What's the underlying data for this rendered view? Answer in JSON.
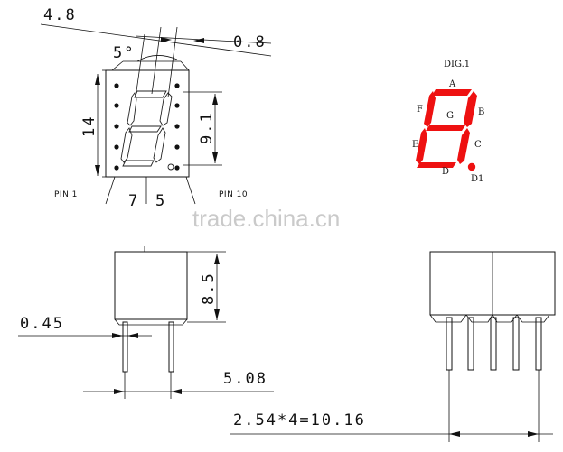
{
  "top_view": {
    "dim_width": "4.8",
    "dim_angle": "5°",
    "dim_segment": "0.8",
    "dim_height": "14",
    "dim_digit_height": "9.1",
    "dim_pin_spacing_a": "7",
    "dim_pin_spacing_b": "5",
    "pin1_label": "PIN 1",
    "pin10_label": "PIN 10"
  },
  "digit_diagram": {
    "title": "DIG.1",
    "segments": [
      "A",
      "B",
      "C",
      "D",
      "E",
      "F",
      "G"
    ],
    "dp_label": "D1",
    "segment_color": "#ee1111"
  },
  "watermark": "trade.china.cn",
  "side_view": {
    "dim_body_height": "8.5",
    "dim_pin_width": "0.45",
    "dim_pin_row": "5.08"
  },
  "front_view": {
    "dim_pin_pitch": "2.54*4=10.16"
  }
}
